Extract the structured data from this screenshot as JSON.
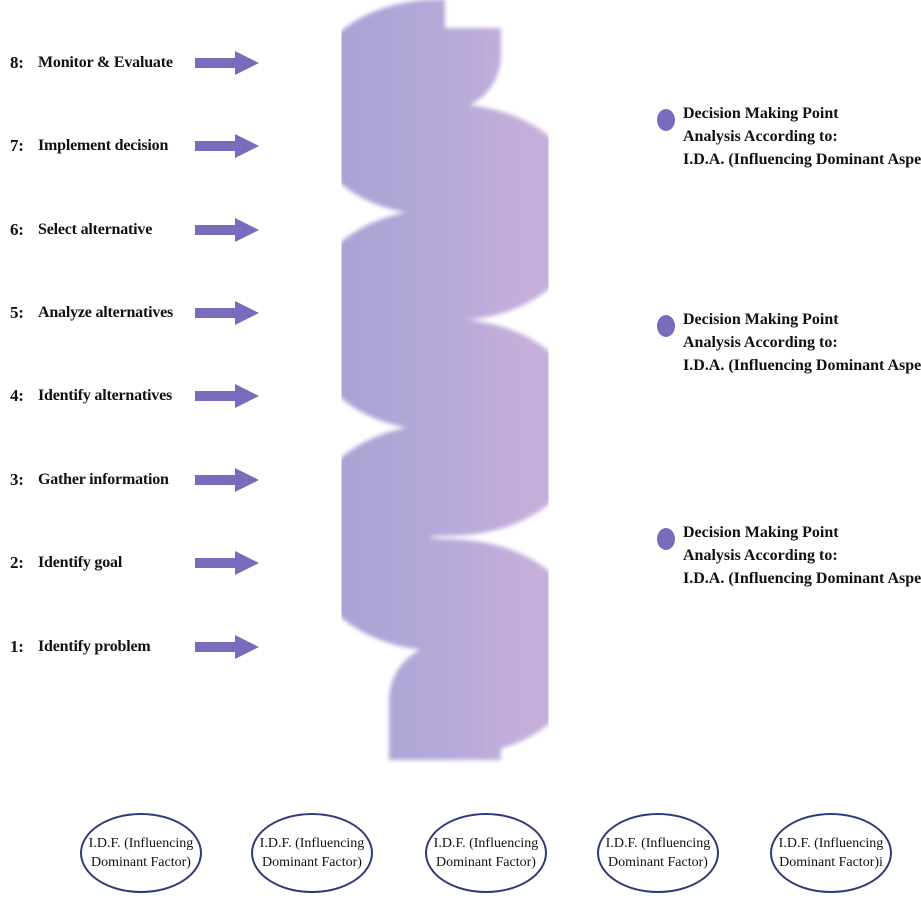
{
  "steps": [
    {
      "num": "8:",
      "label": "Monitor & Evaluate"
    },
    {
      "num": "7:",
      "label": "Implement decision"
    },
    {
      "num": "6:",
      "label": "Select alternative"
    },
    {
      "num": "5:",
      "label": "Analyze alternatives"
    },
    {
      "num": "4:",
      "label": "Identify alternatives"
    },
    {
      "num": "3:",
      "label": "Gather information"
    },
    {
      "num": "2:",
      "label": "Identify goal"
    },
    {
      "num": "1:",
      "label": "Identify problem"
    }
  ],
  "decision_points": [
    {
      "line1": "Decision Making Point",
      "line2": "Analysis According to:",
      "line3": "I.D.A. (Influencing Dominant Aspect)"
    },
    {
      "line1": "Decision Making Point",
      "line2": "Analysis According to:",
      "line3": "I.D.A. (Influencing Dominant Aspect)"
    },
    {
      "line1": "Decision Making Point",
      "line2": "Analysis According to:",
      "line3": "I.D.A. (Influencing Dominant Aspect)"
    }
  ],
  "factors": [
    {
      "line1": "I.D.F. (Influencing",
      "line2": "Dominant Factor)"
    },
    {
      "line1": "I.D.F. (Influencing",
      "line2": "Dominant Factor)"
    },
    {
      "line1": "I.D.F. (Influencing",
      "line2": "Dominant Factor)"
    },
    {
      "line1": "I.D.F. (Influencing",
      "line2": "Dominant Factor)"
    },
    {
      "line1": "I.D.F. (Influencing",
      "line2": "Dominant Factor)i"
    }
  ],
  "colors": {
    "arrow": "#7b6bbc",
    "dot": "#7b6bbc",
    "spiral_light": "#c2a9d8",
    "spiral_dark": "#a8a2d4",
    "ellipse_border": "#2f3b78"
  }
}
